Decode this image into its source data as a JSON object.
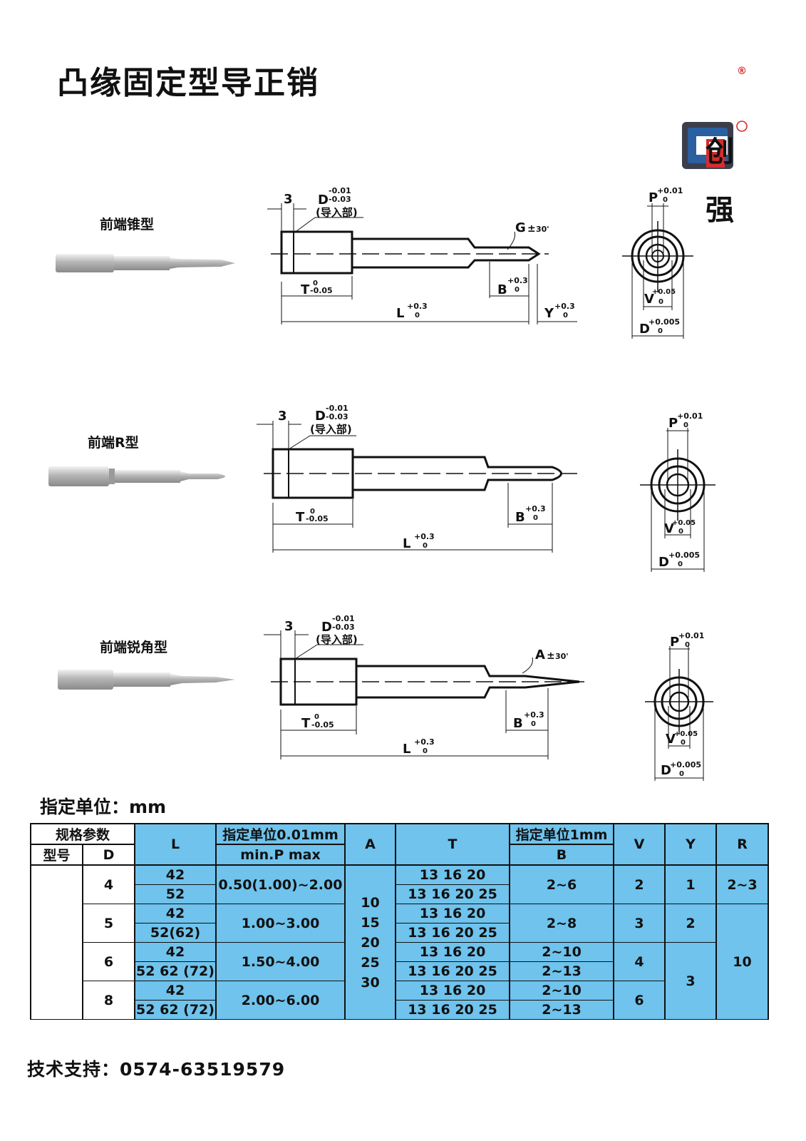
{
  "title": "凸缘固定型导正销",
  "brand": {
    "char1": "创",
    "char2": "强",
    "registered": "®"
  },
  "pins": [
    {
      "label": "前端锥型"
    },
    {
      "label": "前端R型"
    },
    {
      "label": "前端锐角型"
    }
  ],
  "dims": {
    "three": "3",
    "D": "D",
    "D_upper": "-0.01",
    "D_lower": "-0.03",
    "lead_in": "(导入部)",
    "T": "T",
    "T_upper": "0",
    "T_lower": "-0.05",
    "L": "L",
    "L_tol": "+0.3",
    "L_zero": "0",
    "B": "B",
    "B_tol": "+0.3",
    "B_zero": "0",
    "Y": "Y",
    "Y_tol": "+0.3",
    "Y_zero": "0",
    "G": "G",
    "A": "A",
    "angle_tol": "±",
    "angle_value": "30'",
    "P": "P",
    "P_tol": "+0.01",
    "P_zero": "0",
    "V": "V",
    "V_tol": "+0.05",
    "V_zero": "0",
    "Dend": "D",
    "Dend_tol": "+0.005",
    "Dend_zero": "0"
  },
  "unit_label": "指定单位：mm",
  "table": {
    "header": {
      "spec_params": "规格参数",
      "model": "型号",
      "D": "D",
      "L": "L",
      "unit_001": "指定单位0.01mm",
      "minP": "min.P max",
      "A": "A",
      "T": "T",
      "unit_1": "指定单位1mm",
      "B": "B",
      "V": "V",
      "Y": "Y",
      "R": "R"
    },
    "A_values": "10\n15\n20\n25\n30",
    "rows": [
      {
        "D": "4",
        "L1": "42",
        "L2": "52",
        "P": "0.50(1.00)~2.00",
        "T1": "13 16 20",
        "T2": "13 16 20 25",
        "B": "2~6",
        "V": "2",
        "Y": "1",
        "R": "2~3"
      },
      {
        "D": "5",
        "L1": "42",
        "L2": "52(62)",
        "P": "1.00~3.00",
        "T1": "13 16 20",
        "T2": "13 16 20 25",
        "B": "2~8",
        "V": "3",
        "Y": "2",
        "R": "10"
      },
      {
        "D": "6",
        "L1": "42",
        "L2": "52 62 (72)",
        "P": "1.50~4.00",
        "T1": "13 16 20",
        "T2": "13 16 20 25",
        "B1": "2~10",
        "B2": "2~13",
        "V": "4",
        "Y": "3"
      },
      {
        "D": "8",
        "L1": "42",
        "L2": "52 62 (72)",
        "P": "2.00~6.00",
        "T1": "13 16 20",
        "T2": "13 16 20 25",
        "B1": "2~10",
        "B2": "2~13",
        "V": "6"
      }
    ]
  },
  "support": "技术支持：0574-63519579",
  "colors": {
    "table_blue": "#6fc3ec",
    "logo_blue": "#2a5fa0",
    "logo_red": "#d62d2d"
  }
}
